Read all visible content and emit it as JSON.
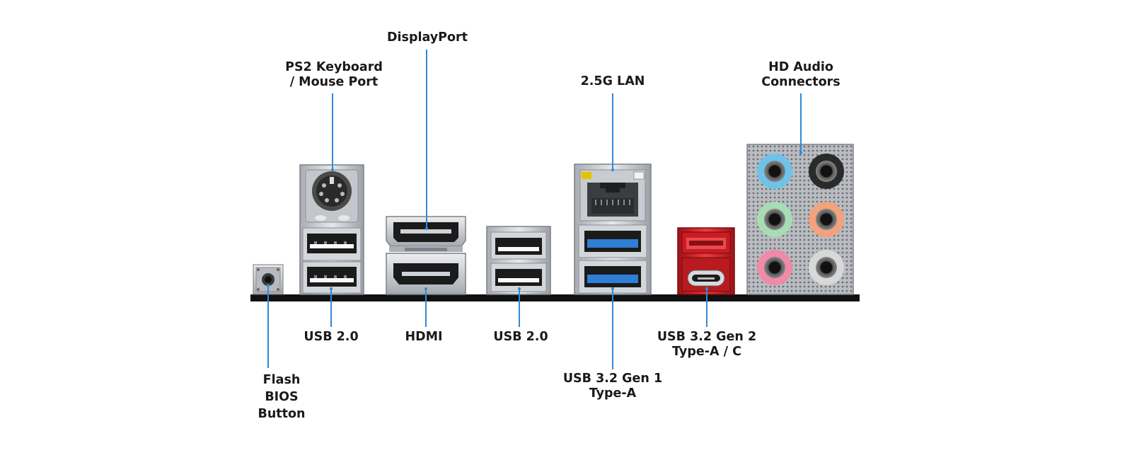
{
  "labels": {
    "ps2": [
      "PS2 Keyboard",
      "/ Mouse Port"
    ],
    "displayport": [
      "DisplayPort"
    ],
    "lan": [
      "2.5G LAN"
    ],
    "audio": [
      "HD Audio",
      "Connectors"
    ],
    "flash_bios": [
      "Flash",
      "BIOS",
      "Button"
    ],
    "usb2_left": [
      "USB 2.0"
    ],
    "hdmi": [
      "HDMI"
    ],
    "usb2_mid": [
      "USB 2.0"
    ],
    "usb32_gen1": [
      "USB 3.2 Gen 1",
      "Type-A"
    ],
    "usb32_gen2": [
      "USB 3.2 Gen 2",
      "Type-A / C"
    ]
  },
  "colors": {
    "leader": "#2f8ad8",
    "usb3_blue": "#2f7fd6",
    "usb32_gen2_red": "#e0262c",
    "audio_jacks": [
      "#6fc3e8",
      "#2a2a2a",
      "#a8dcb2",
      "#f2a27c",
      "#f08aa6",
      "#d8d8d8"
    ],
    "base_bar": "#111111",
    "metal": "#c9ccd1"
  }
}
